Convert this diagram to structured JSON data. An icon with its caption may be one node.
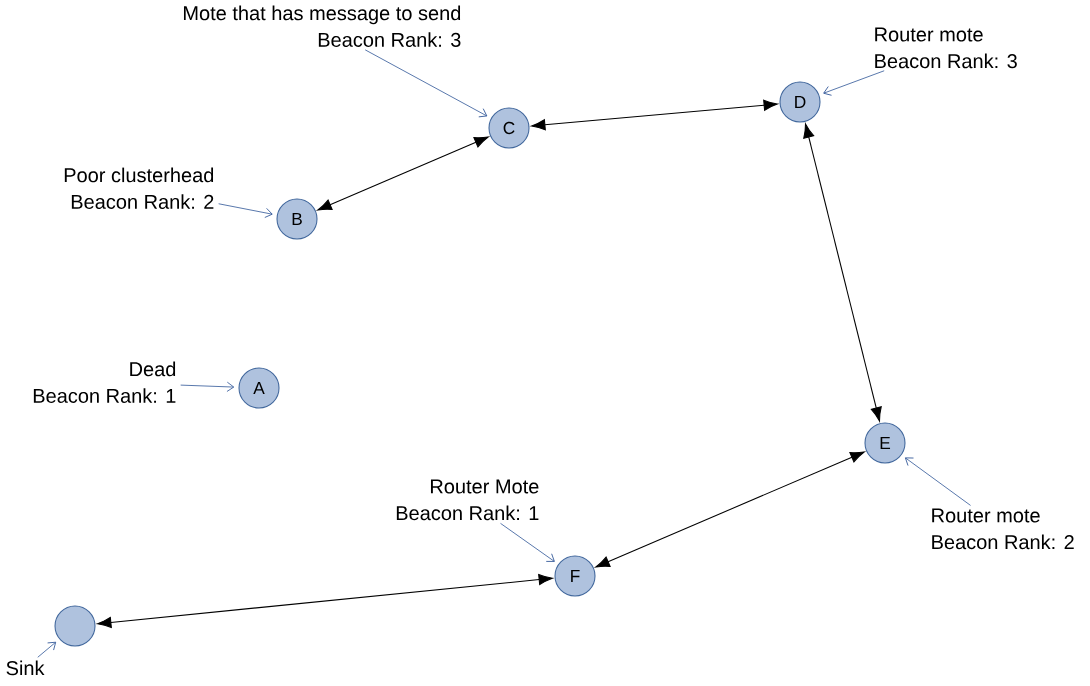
{
  "diagram": {
    "nodes": [
      {
        "text": [
          "Mote that has message to send",
          "Beacon Rank: 3"
        ]
      },
      {
        "text": [
          "Router mote",
          "Beacon Rank: 3"
        ]
      },
      {
        "text": [
          "C"
        ]
      },
      {
        "text": [
          "D"
        ]
      },
      {
        "text": [
          "Poor clusterhead",
          "Beacon Rank: 2"
        ]
      },
      {
        "text": [
          "B"
        ]
      },
      {
        "text": [
          "Dead",
          "Beacon Rank: 1"
        ]
      },
      {
        "text": [
          "A"
        ]
      },
      {
        "text": [
          "E"
        ]
      },
      {
        "text": [
          "Router Mote",
          "Beacon Rank: 1"
        ]
      },
      {
        "text": [
          "Router mote",
          "Beacon Rank: 2"
        ]
      },
      {
        "text": [
          "F"
        ]
      },
      {
        "text": [],
        "shape": "circle"
      },
      {
        "text": [
          "Sink"
        ]
      }
    ],
    "edges": [
      {
        "from": 2,
        "to": 3,
        "arrow": "both",
        "color": "#000000"
      },
      {
        "from": 5,
        "to": 2,
        "arrow": "both",
        "color": "#000000"
      },
      {
        "from": 3,
        "to": 8,
        "arrow": "both",
        "color": "#000000"
      },
      {
        "from": 11,
        "to": 8,
        "arrow": "both",
        "color": "#000000"
      },
      {
        "from": 11,
        "to": 12,
        "arrow": "both",
        "color": "#000000"
      },
      {
        "from": 0,
        "to": 2,
        "arrow": "to",
        "color": "#2f5597"
      },
      {
        "from": 1,
        "to": 3,
        "arrow": "to",
        "color": "#2f5597"
      },
      {
        "from": 4,
        "to": 5,
        "arrow": "to",
        "color": "#2f5597"
      },
      {
        "from": 6,
        "to": 7,
        "arrow": "to",
        "color": "#2f5597"
      },
      {
        "from": 9,
        "to": 11,
        "arrow": "to",
        "color": "#2f5597"
      },
      {
        "from": 10,
        "to": 8,
        "arrow": "to",
        "color": "#2f5597"
      },
      {
        "from": 13,
        "to": 12,
        "arrow": "to",
        "color": "#2f5597"
      }
    ]
  }
}
